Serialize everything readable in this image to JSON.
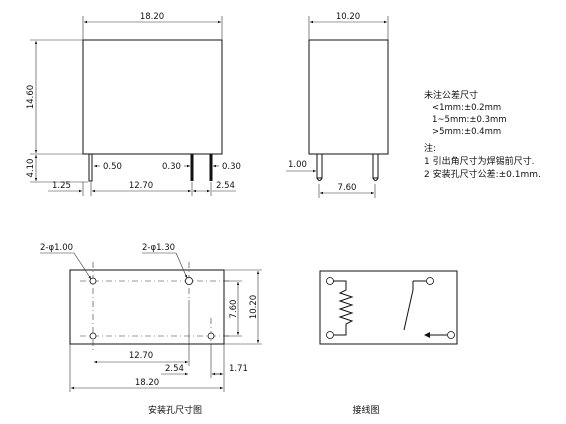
{
  "front_view": {
    "width_dim": "18.20",
    "height_dim": "14.60",
    "pin_length_dim": "4.10",
    "pin_width_left": "0.50",
    "pin_width_mid": "0.30",
    "pin_width_right": "0.30",
    "offset_left": "1.25",
    "pitch_main": "12.70",
    "pitch_right": "2.54"
  },
  "side_view": {
    "width_dim": "10.20",
    "pin_dia": "1.00",
    "pin_pitch": "7.60"
  },
  "tolerance_notes": {
    "title": "未注公差尺寸",
    "line1": "<1mm:±0.2mm",
    "line2": "1~5mm:±0.3mm",
    "line3": ">5mm:±0.4mm",
    "note_title": "注:",
    "note1": "1 引出角尺寸为焊锡前尺寸.",
    "note2": "2 安装孔尺寸公差:±0.1mm."
  },
  "mounting": {
    "hole_small": "2-φ1.00",
    "hole_large": "2-φ1.30",
    "dim_7_60": "7.60",
    "dim_10_20": "10.20",
    "dim_12_70": "12.70",
    "dim_2_54": "2.54",
    "dim_1_71": "1.71",
    "dim_18_20": "18.20",
    "caption": "安装孔尺寸图"
  },
  "wiring": {
    "caption": "接线图"
  }
}
